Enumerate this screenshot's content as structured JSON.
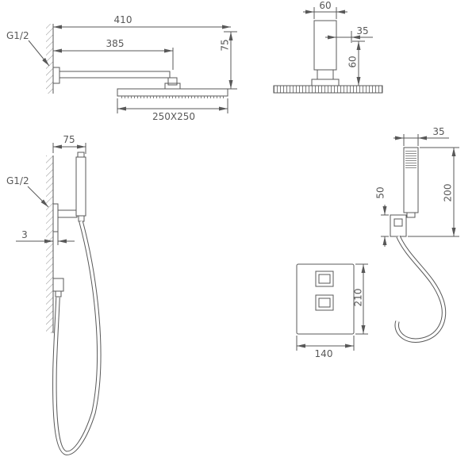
{
  "colors": {
    "line": "#585858",
    "background": "#ffffff"
  },
  "drawing": {
    "overhead_side": {
      "thread": "G1/2",
      "dim_total": "410",
      "dim_arm": "385",
      "dim_drop": "75",
      "dim_head": "250X250"
    },
    "overhead_front": {
      "dim_width": "60",
      "dim_offset": "35",
      "dim_height": "60"
    },
    "hand_side": {
      "thread": "G1/2",
      "dim_bracket": "75",
      "dim_plate": "3"
    },
    "hand_front": {
      "dim_width": "35",
      "dim_length": "200",
      "dim_holder": "50"
    },
    "mixer": {
      "dim_height": "210",
      "dim_width": "140"
    }
  }
}
